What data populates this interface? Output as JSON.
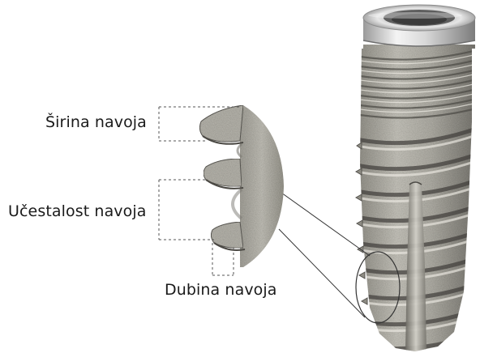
{
  "labels": {
    "thread_width": "Širina navoja",
    "thread_pitch": "Učestalost navoja",
    "thread_depth": "Dubina navoja"
  },
  "colors": {
    "titanium_light": "#c7c5bd",
    "titanium_mid": "#9e9c94",
    "titanium_dark": "#5f5d57",
    "collar_light": "#f2f2f2",
    "collar_dark": "#8d8d8d",
    "guide_line": "#333333"
  }
}
